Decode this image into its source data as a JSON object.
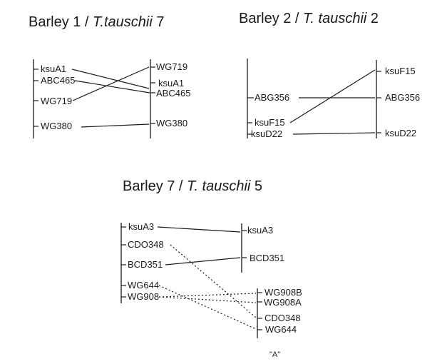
{
  "panels": [
    {
      "title_prefix": "Barley 1 / ",
      "title_species": "T.tauschii",
      "title_suffix": " 7",
      "left_markers": [
        "ksuA1",
        "ABC465",
        "WG719",
        "WG380"
      ],
      "right_markers": [
        "WG719",
        "ksuA1",
        "ABC465",
        "WG380"
      ]
    },
    {
      "title_prefix": "Barley 2 / ",
      "title_species": "T. tauschii",
      "title_suffix": " 2",
      "left_markers": [
        "ABG356",
        "ksuF15",
        "ksuD22"
      ],
      "right_markers": [
        "ksuF15",
        "ABG356",
        "ksuD22"
      ]
    },
    {
      "title_prefix": "Barley 7 / ",
      "title_species": "T. tauschii",
      "title_suffix": " 5",
      "left_markers": [
        "ksuA3",
        "CDO348",
        "BCD351",
        "WG644",
        "WG908"
      ],
      "right_markers": [
        "ksuA3",
        "BCD351",
        "WG908B",
        "WG908A",
        "CDO348",
        "WG644"
      ]
    }
  ],
  "footer_mark": "\"A\""
}
